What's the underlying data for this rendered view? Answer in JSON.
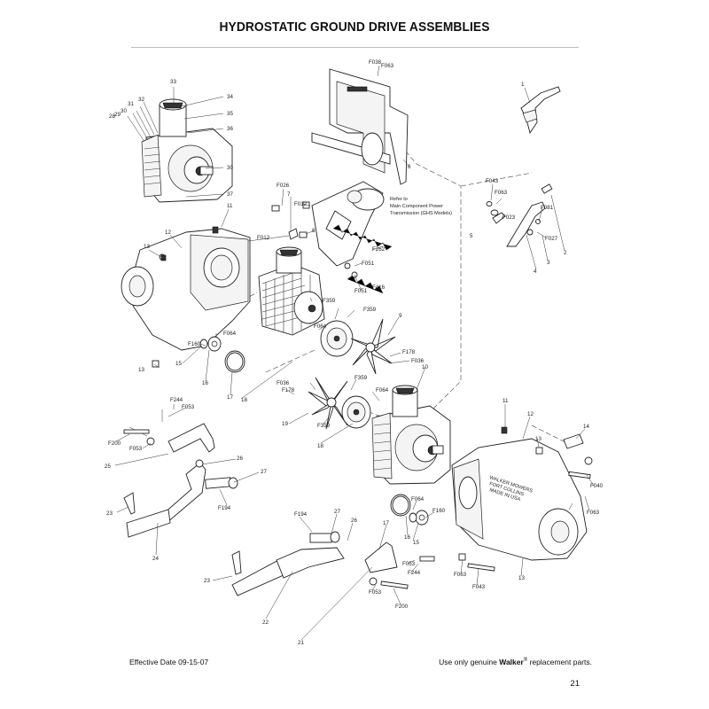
{
  "page": {
    "title": "HYDROSTATIC GROUND DRIVE ASSEMBLIES",
    "effective_date": "Effective Date 09-15-07",
    "notice_prefix": "Use only genuine",
    "notice_brand": "Walker",
    "notice_mark": "®",
    "notice_suffix": "replacement parts.",
    "page_number": "21"
  },
  "note": {
    "line1": "Refer to",
    "line2": "Main Component Power",
    "line3": "Transmission (GHS Models)"
  },
  "casting_text": {
    "line1": "WALKER MOWERS",
    "line2": "FORT COLLINS",
    "line3": "MADE IN USA"
  },
  "callouts": [
    "33",
    "34",
    "35",
    "36",
    "30",
    "37",
    "32",
    "31",
    "29",
    "30",
    "28",
    "F038",
    "F063",
    "1",
    "6",
    "F026",
    "7",
    "F012",
    "8",
    "F012",
    "F262",
    "F051",
    "F051",
    "F416",
    "F043",
    "F063",
    "5",
    "F023",
    "F081",
    "F027",
    "4",
    "3",
    "2",
    "11",
    "12",
    "13",
    "F359",
    "F064",
    "F359",
    "9",
    "F064",
    "F160",
    "15",
    "16",
    "17",
    "13",
    "F178",
    "F036",
    "18",
    "F036",
    "F178",
    "F359",
    "F064",
    "10",
    "19",
    "F359",
    "18",
    "F244",
    "F053",
    "F200",
    "F053",
    "25",
    "26",
    "27",
    "F194",
    "23",
    "24",
    "F194",
    "27",
    "26",
    "17",
    "F064",
    "F160",
    "16",
    "15",
    "F053",
    "F244",
    "F053",
    "F200",
    "23",
    "22",
    "21",
    "11",
    "12",
    "13",
    "14",
    "F040",
    "F063",
    "F063",
    "F043",
    "13"
  ]
}
